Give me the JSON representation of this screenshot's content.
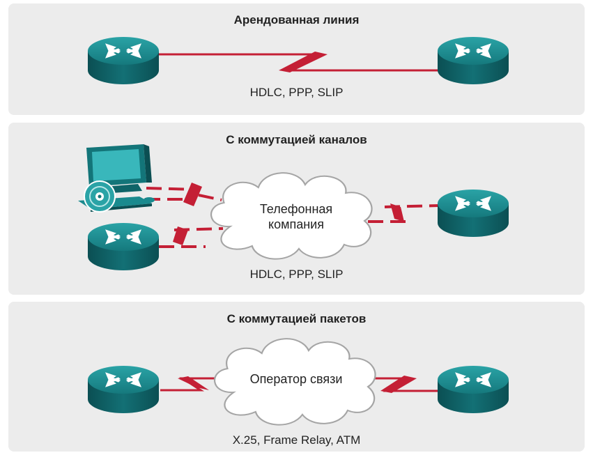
{
  "leased": {
    "title": "Арендованная линия",
    "protocols": "HDLC, PPP, SLIP"
  },
  "circuit": {
    "title": "С коммутацией каналов",
    "cloud_line1": "Телефонная",
    "cloud_line2": "компания",
    "protocols": "HDLC, PPP, SLIP"
  },
  "packet": {
    "title": "С коммутацией пакетов",
    "cloud": "Оператор связи",
    "protocols": "X.25, Frame Relay, ATM"
  },
  "colors": {
    "panel": "#ececec",
    "router_top": "#1f8e92",
    "router_side": "#0c5d61",
    "link_red": "#c41f35",
    "cloud_fill": "#ffffff",
    "cloud_stroke": "#9a9a9a"
  }
}
